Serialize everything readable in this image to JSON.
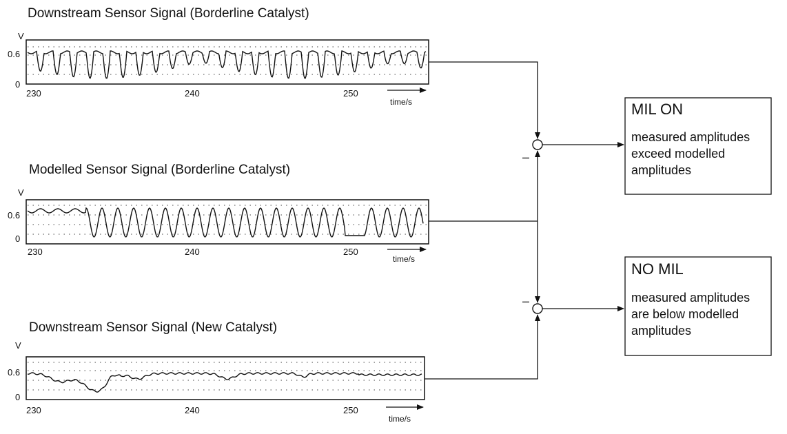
{
  "panels": [
    {
      "title": "Downstream Sensor Signal  (Borderline Catalyst)",
      "unit": "V",
      "ytick_high": "0.6",
      "ytick_low": "0",
      "xticks": [
        "230",
        "240",
        "250"
      ],
      "xlabel": "time/s"
    },
    {
      "title": "Modelled Sensor Signal  (Borderline  Catalyst)",
      "unit": "V",
      "ytick_high": "0.6",
      "ytick_low": "0",
      "xticks": [
        "230",
        "240",
        "250"
      ],
      "xlabel": "time/s"
    },
    {
      "title": "Downstream Sensor Signal  (New Catalyst)",
      "unit": "V",
      "ytick_high": "0.6",
      "ytick_low": "0",
      "xticks": [
        "230",
        "240",
        "250"
      ],
      "xlabel": "time/s"
    }
  ],
  "comparators": {
    "upper_minus": "–",
    "lower_minus": "–"
  },
  "boxes": [
    {
      "heading": "MIL  ON",
      "lines": [
        "measured amplitudes",
        "exceed modelled",
        "amplitudes"
      ]
    },
    {
      "heading": "NO MIL",
      "lines": [
        "measured amplitudes",
        "are below modelled",
        "amplitudes"
      ]
    }
  ]
}
